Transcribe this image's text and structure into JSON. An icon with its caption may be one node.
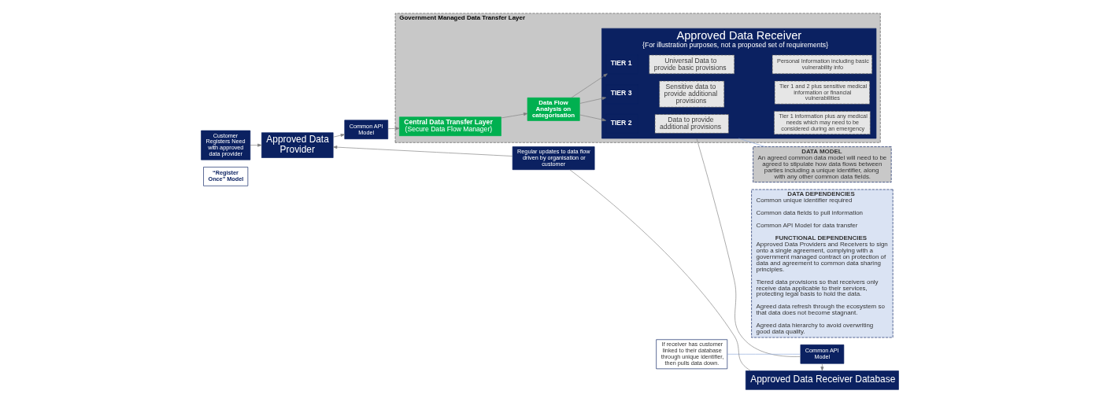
{
  "diagram": {
    "nodes": [
      {
        "text": [
          "Customer Registers Need with approved data provider"
        ]
      },
      {
        "text": [
          "“Register Once” Model"
        ]
      },
      {
        "text": [
          "Approved Data Provider"
        ]
      },
      {
        "text": [
          "Common API Model"
        ]
      },
      {
        "text": [
          "Government Managed Data Transfer Layer"
        ]
      },
      {
        "text": [
          "Central Data Transfer Layer",
          "(Secure Data Flow Manager)"
        ],
        "in": 4
      },
      {
        "text": [
          "Data Flow Analysis on categorisation"
        ],
        "in": 4
      },
      {
        "text": [
          "Approved Data Receiver",
          "{For illustration purposes, not a proposed set of requirements}"
        ],
        "in": 4
      },
      {
        "text": [
          "TIER 1"
        ],
        "in": 7
      },
      {
        "text": [
          "Universal Data to provide basic provisions"
        ],
        "in": 7
      },
      {
        "text": [
          "Personal Information including basic vulnerability info"
        ],
        "in": 7
      },
      {
        "text": [
          "TIER 2"
        ],
        "in": 7
      },
      {
        "text": [
          "Data to provide additional provisions"
        ],
        "in": 7
      },
      {
        "text": [
          "Tier 1 information plus any medical needs which may need to be considered during an emergency"
        ],
        "in": 7
      },
      {
        "text": [
          "TIER 3"
        ],
        "in": 7
      },
      {
        "text": [
          "Sensitive data to provide additional provisions"
        ],
        "in": 7
      },
      {
        "text": [
          "Tier 1 and 2 plus sensitive medical information or financial vulnerabilities"
        ],
        "in": 7
      },
      {
        "text": [
          "Common API Model"
        ]
      },
      {
        "text": [
          "If receiver has customer linked to their database through unique identifier, then pulls data down."
        ]
      },
      {
        "text": [
          "Approved Data Receiver Database"
        ]
      },
      {
        "text": [
          "Regular updates to data flow driven by organisation or customer"
        ]
      },
      {
        "text": [
          "DATA MODEL",
          "An agreed common data model will need to be agreed to stipulate how data flows between parties including a unique identifier, along with any other common data fields."
        ]
      },
      {
        "text": [
          "DATA DEPENDENCIES",
          "Common unique identifier required",
          "Common data fields to pull information",
          "Common API Model for data transfer",
          "FUNCTIONAL DEPENDENCIES",
          "Approved Data Providers and Receivers to sign onto a single agreement, complying with a government managed contract on protection of data and agreement to common data sharing principles.",
          "Tiered data provisions so that receivers only receive data applicable to their services, protecting legal basis to hold the data.",
          "Agreed data refresh through the ecosystem so that data does not become stagnant.",
          "Agreed data hierarchy to avoid overwriting good data quality."
        ]
      }
    ],
    "edges": [
      {
        "from": 0,
        "to": 2,
        "arrow": "to"
      },
      {
        "from": 2,
        "to": 3,
        "arrow": "to"
      },
      {
        "from": 3,
        "to": 5,
        "arrow": "to"
      },
      {
        "from": 5,
        "to": 6,
        "arrow": "to"
      },
      {
        "from": 6,
        "to": 8,
        "arrow": "to"
      },
      {
        "from": 6,
        "to": 11,
        "arrow": "to"
      },
      {
        "from": 6,
        "to": 14,
        "arrow": "to"
      },
      {
        "from": 7,
        "to": 21,
        "arrow": "none",
        "color": "#8faadc"
      },
      {
        "from": 7,
        "to": 17,
        "arrow": "none"
      },
      {
        "from": 18,
        "to": 17,
        "arrow": "none",
        "color": "#8faadc"
      },
      {
        "from": 17,
        "to": 19,
        "arrow": "to"
      },
      {
        "from": 19,
        "to": 20,
        "arrow": "none"
      },
      {
        "from": 20,
        "to": 2,
        "arrow": "to"
      }
    ]
  }
}
